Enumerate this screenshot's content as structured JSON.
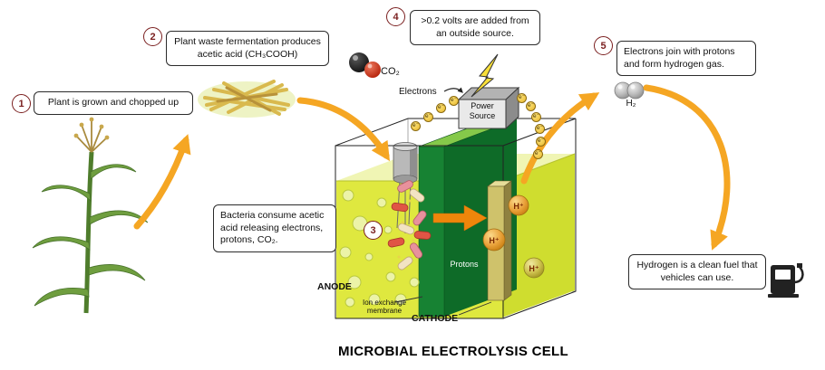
{
  "title": "MICROBIAL ELECTROLYSIS CELL",
  "steps": [
    {
      "num": "1",
      "text": "Plant is grown and chopped up"
    },
    {
      "num": "2",
      "text": "Plant waste fermentation produces acetic acid (CH₃COOH)"
    },
    {
      "num": "3",
      "text": "Bacteria consume acetic acid releasing electrons, protons, CO₂."
    },
    {
      "num": "4",
      "text": ">0.2 volts are added from an outside source."
    },
    {
      "num": "5",
      "text": "Electrons join with protons and form hydrogen gas."
    }
  ],
  "notes": {
    "hydrogen_fuel": "Hydrogen is a clean fuel that vehicles can use."
  },
  "labels": {
    "co2": "CO₂",
    "electrons": "Electrons",
    "power_source": "Power Source",
    "h2": "H₂",
    "h_plus": "H⁺",
    "e_minus": "e⁻",
    "protons": "Protons",
    "anode": "ANODE",
    "membrane": "Ion exchange membrane",
    "cathode": "CATHODE"
  },
  "icons": [
    "corn-plant-illustration",
    "straw-pile-illustration",
    "co2-molecule-icon",
    "lightning-bolt-icon",
    "power-source-box",
    "h2-molecule-icon",
    "fuel-pump-icon"
  ],
  "colors": {
    "arrow_orange": "#f5a623",
    "proton_arrow_orange": "#ef860b",
    "liquid_yellow_green": "#dfe83f",
    "liquid_surface_pale": "#f0f5b4",
    "membrane_dark_green": "#178233",
    "membrane_top_green": "#85c94a",
    "cathode_khaki": "#cfc26b",
    "electron_yellow": "#e9b72c",
    "proton_orange": "#eaa33c",
    "step_badge_red": "#7a1f1f",
    "bacteria_pink": "#e8919c",
    "bacteria_red": "#e05545",
    "bacteria_cream": "#f2e3c3"
  }
}
